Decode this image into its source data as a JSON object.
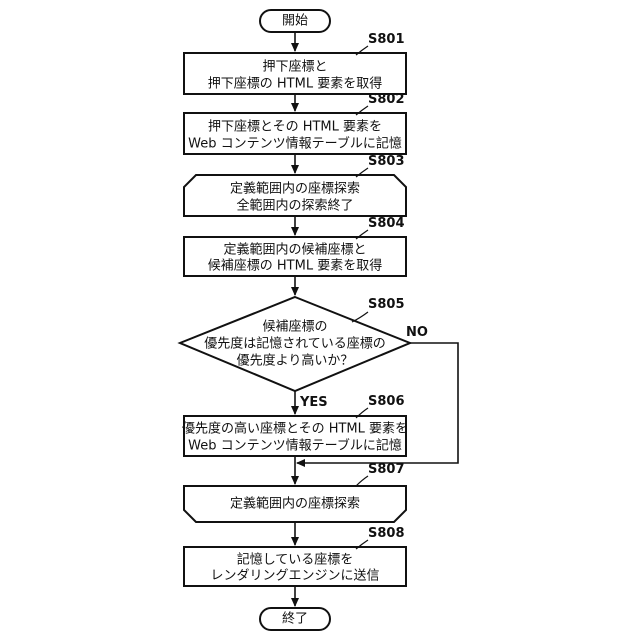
{
  "flowchart": {
    "start": "開始",
    "end": "終了",
    "steps": [
      {
        "id": "S801",
        "lines": [
          "押下座標と",
          "押下座標の HTML 要素を取得"
        ]
      },
      {
        "id": "S802",
        "lines": [
          "押下座標とその HTML 要素を",
          "Web コンテンツ情報テーブルに記憶"
        ]
      },
      {
        "id": "S803",
        "lines": [
          "定義範囲内の座標探索",
          "全範囲内の探索終了"
        ]
      },
      {
        "id": "S804",
        "lines": [
          "定義範囲内の候補座標と",
          "候補座標の HTML 要素を取得"
        ]
      },
      {
        "id": "S805",
        "lines": [
          "候補座標の",
          "優先度は記憶されている座標の",
          "優先度より高いか？"
        ]
      },
      {
        "id": "S806",
        "lines": [
          "優先度の高い座標とその HTML 要素を",
          "Web コンテンツ情報テーブルに記憶"
        ]
      },
      {
        "id": "S807",
        "lines": [
          "定義範囲内の座標探索"
        ]
      },
      {
        "id": "S808",
        "lines": [
          "記憶している座標を",
          "レンダリングエンジンに送信"
        ]
      }
    ],
    "yes_label": "YES",
    "no_label": "NO"
  }
}
